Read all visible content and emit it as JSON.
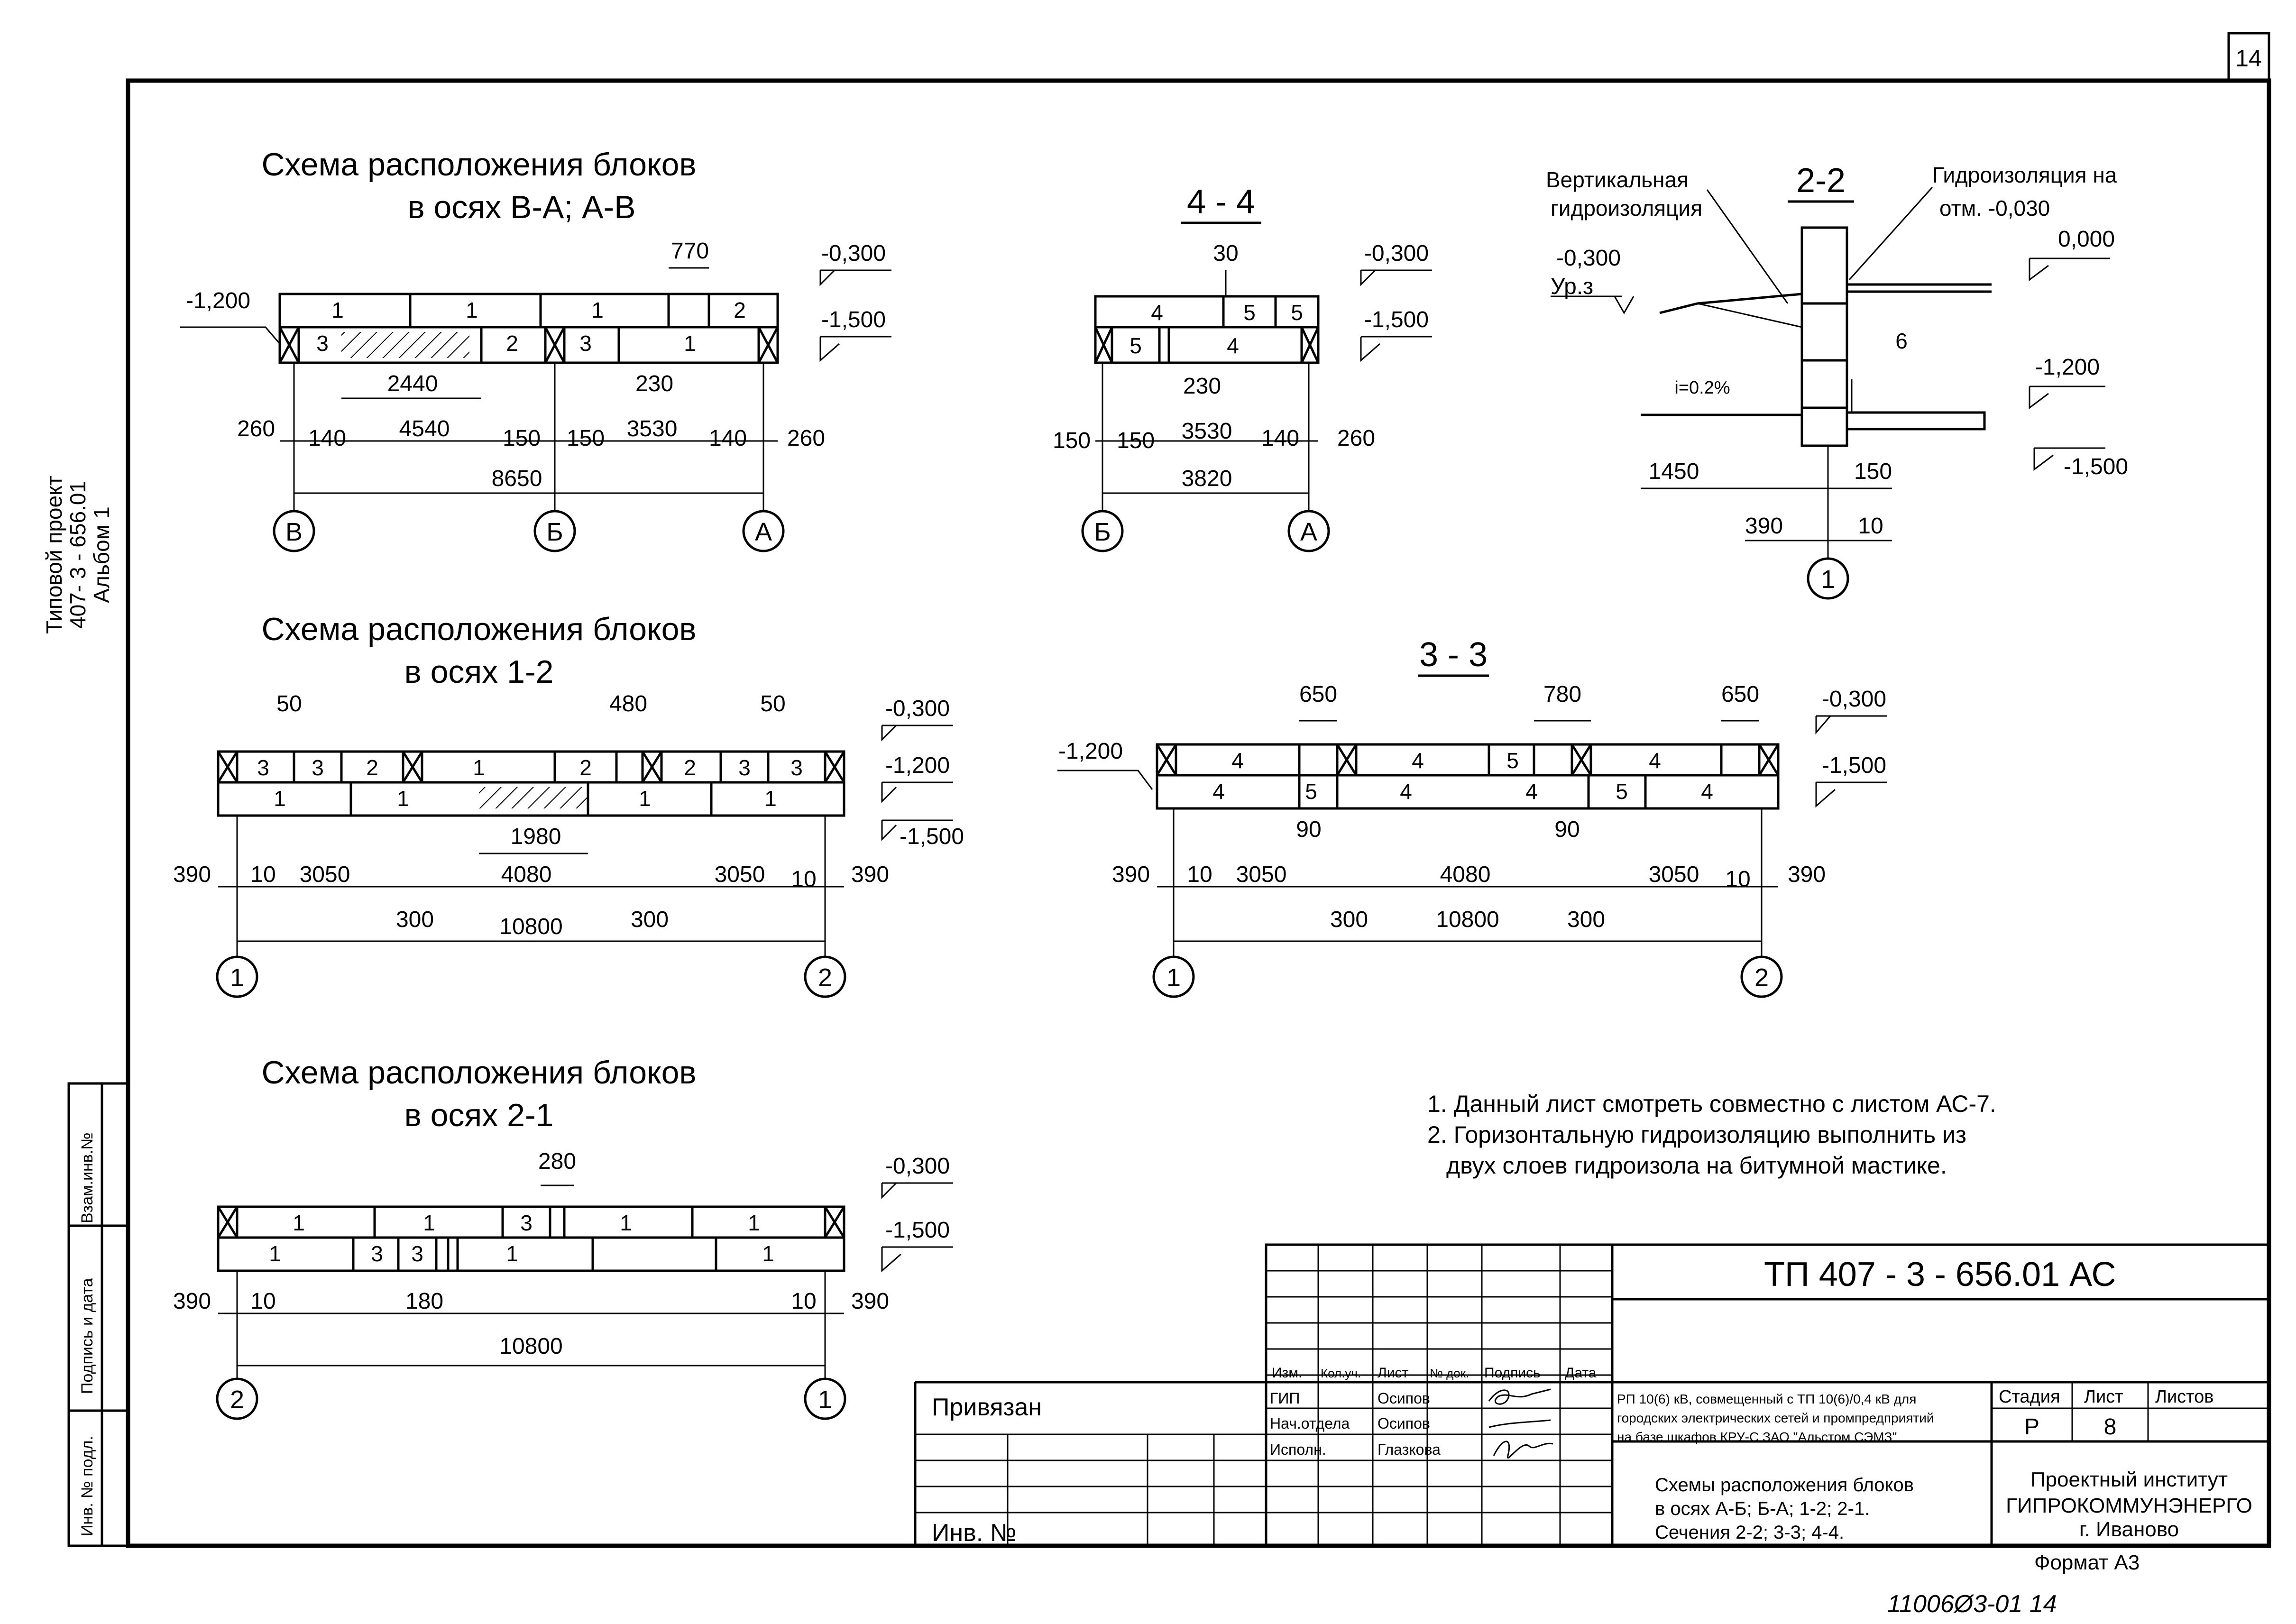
{
  "sheet": {
    "number": "14",
    "side_stamp": [
      "Типовой проект",
      "407- 3 - 656.01",
      "Альбом 1"
    ],
    "side_fields": [
      "Взам.инв.№",
      "Подпись и дата",
      "Инв. № подл."
    ],
    "format": "Формат А3",
    "handwritten": "11006Ø3-01 14"
  },
  "schemes": {
    "va": {
      "title1": "Схема расположения блоков",
      "title2": "в осях В-А; А-В",
      "row1": [
        "1",
        "1",
        "1",
        "2"
      ],
      "row2": [
        "3",
        "2",
        "3",
        "1"
      ],
      "dims": [
        "770",
        "-1,200",
        "-0,300",
        "-1,500",
        "2440",
        "230",
        "260",
        "140",
        "4540",
        "150",
        "150",
        "3530",
        "140",
        "260",
        "8650"
      ],
      "axes": [
        "В",
        "Б",
        "А"
      ]
    },
    "s44": {
      "title": "4 - 4",
      "row1": [
        "4",
        "5",
        "5"
      ],
      "row2": [
        "5",
        "4"
      ],
      "dims": [
        "30",
        "-0,300",
        "-1,500",
        "230",
        "150",
        "150",
        "3530",
        "140",
        "260",
        "3820"
      ],
      "axes": [
        "Б",
        "А"
      ]
    },
    "s22": {
      "title": "2-2",
      "labels": [
        "Вертикальная",
        "гидроизоляция",
        "Гидроизоляция на",
        "отм. -0,030",
        "Ур.з",
        "i=0.2%",
        "6"
      ],
      "dims": [
        "-0,300",
        "0,000",
        "-1,200",
        "-1,500",
        "1450",
        "150",
        "390",
        "10"
      ],
      "axis": "1"
    },
    "s12": {
      "title1": "Схема расположения блоков",
      "title2": "в осях 1-2",
      "row1": [
        "3",
        "3",
        "2",
        "1",
        "2",
        "2",
        "3",
        "3"
      ],
      "row2": [
        "1",
        "1",
        "1",
        "1"
      ],
      "dims": [
        "50",
        "480",
        "50",
        "-0,300",
        "-1,200",
        "-1,500",
        "1980",
        "390",
        "10",
        "3050",
        "4080",
        "3050",
        "10",
        "390",
        "300",
        "300",
        "10800"
      ],
      "axes": [
        "1",
        "2"
      ]
    },
    "s33": {
      "title": "3 - 3",
      "row1": [
        "4",
        "4",
        "5",
        "4"
      ],
      "row2": [
        "4",
        "5",
        "4",
        "4",
        "5",
        "4"
      ],
      "dims": [
        "650",
        "780",
        "650",
        "-1,200",
        "-0,300",
        "-1,500",
        "90",
        "90",
        "390",
        "10",
        "3050",
        "4080",
        "3050",
        "10",
        "390",
        "300",
        "10800",
        "300"
      ],
      "axes": [
        "1",
        "2"
      ]
    },
    "s21": {
      "title1": "Схема расположения блоков",
      "title2": "в осях 2-1",
      "row1": [
        "1",
        "1",
        "3",
        "1",
        "1"
      ],
      "row2": [
        "1",
        "3",
        "3",
        "1",
        "1"
      ],
      "dims": [
        "280",
        "-0,300",
        "-1,500",
        "390",
        "10",
        "180",
        "10",
        "390",
        "10800"
      ],
      "axes": [
        "2",
        "1"
      ]
    }
  },
  "notes": [
    "1. Данный лист смотреть совместно с листом АС-7.",
    "2. Горизонтальную гидроизоляцию выполнить из",
    "двух слоев гидроизола на битумной мастике."
  ],
  "title_block": {
    "code": "ТП  407 - 3 - 656.01     АС",
    "privyazan": "Привязан",
    "inv": "Инв. №",
    "headers": [
      "Изм.",
      "Кол.уч.",
      "Лист",
      "№ док.",
      "Подпись",
      "Дата"
    ],
    "roles": [
      {
        "role": "ГИП",
        "name": "Осипов"
      },
      {
        "role": "Нач.отдела",
        "name": "Осипов"
      },
      {
        "role": "Исполн.",
        "name": "Глазкова"
      }
    ],
    "project": [
      "РП 10(6) кВ, совмещенный с ТП 10(6)/0,4 кВ для",
      "городских электрических сетей  и промпредприятий",
      "на базе шкафов КРУ-С ЗАО \"Альстом СЭМЗ\""
    ],
    "drawing": [
      "Схемы расположения блоков",
      "в осях А-Б; Б-А; 1-2; 2-1.",
      "Сечения 2-2; 3-3; 4-4."
    ],
    "stage_head": [
      "Стадия",
      "Лист",
      "Листов"
    ],
    "stage": "Р",
    "sheet_no": "8",
    "institute": [
      "Проектный институт",
      "ГИПРОКОММУНЭНЕРГО",
      "г. Иваново"
    ]
  }
}
